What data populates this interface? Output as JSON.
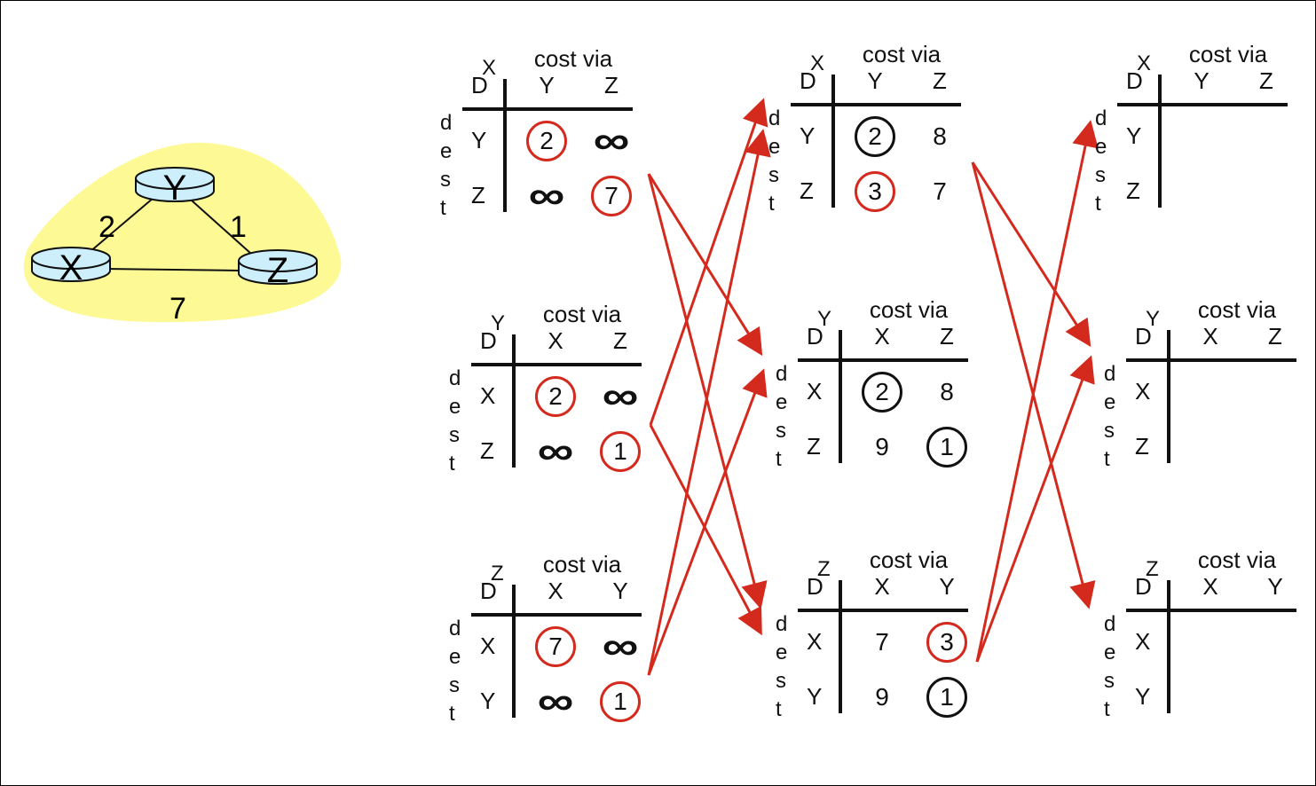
{
  "network": {
    "nodes": [
      "X",
      "Y",
      "Z"
    ],
    "links": [
      {
        "a": "X",
        "b": "Y",
        "cost": "2"
      },
      {
        "a": "Y",
        "b": "Z",
        "cost": "1"
      },
      {
        "a": "X",
        "b": "Z",
        "cost": "7"
      }
    ],
    "cloud_color": "#fdfa96",
    "router_color": "#cdeefb"
  },
  "colors": {
    "arrow": "#d42a1e",
    "highlight": "#d42a1e"
  },
  "labels": {
    "cost_via": "cost via",
    "D": "D",
    "dest": [
      "d",
      "e",
      "s",
      "t"
    ]
  },
  "tables": [
    {
      "node": "X",
      "cols": [
        "Y",
        "Z"
      ],
      "rows": [
        {
          "dest": "Y",
          "cells": [
            {
              "v": "2",
              "c": "red"
            },
            {
              "v": "∞"
            }
          ]
        },
        {
          "dest": "Z",
          "cells": [
            {
              "v": "∞"
            },
            {
              "v": "7",
              "c": "red"
            }
          ]
        }
      ]
    },
    {
      "node": "Y",
      "cols": [
        "X",
        "Z"
      ],
      "rows": [
        {
          "dest": "X",
          "cells": [
            {
              "v": "2",
              "c": "red"
            },
            {
              "v": "∞"
            }
          ]
        },
        {
          "dest": "Z",
          "cells": [
            {
              "v": "∞"
            },
            {
              "v": "1",
              "c": "red"
            }
          ]
        }
      ]
    },
    {
      "node": "Z",
      "cols": [
        "X",
        "Y"
      ],
      "rows": [
        {
          "dest": "X",
          "cells": [
            {
              "v": "7",
              "c": "red"
            },
            {
              "v": "∞"
            }
          ]
        },
        {
          "dest": "Y",
          "cells": [
            {
              "v": "∞"
            },
            {
              "v": "1",
              "c": "red"
            }
          ]
        }
      ]
    },
    {
      "node": "X",
      "cols": [
        "Y",
        "Z"
      ],
      "rows": [
        {
          "dest": "Y",
          "cells": [
            {
              "v": "2",
              "c": "black"
            },
            {
              "v": "8"
            }
          ]
        },
        {
          "dest": "Z",
          "cells": [
            {
              "v": "3",
              "c": "red"
            },
            {
              "v": "7"
            }
          ]
        }
      ]
    },
    {
      "node": "Y",
      "cols": [
        "X",
        "Z"
      ],
      "rows": [
        {
          "dest": "X",
          "cells": [
            {
              "v": "2",
              "c": "black"
            },
            {
              "v": "8"
            }
          ]
        },
        {
          "dest": "Z",
          "cells": [
            {
              "v": "9"
            },
            {
              "v": "1",
              "c": "black"
            }
          ]
        }
      ]
    },
    {
      "node": "Z",
      "cols": [
        "X",
        "Y"
      ],
      "rows": [
        {
          "dest": "X",
          "cells": [
            {
              "v": "7"
            },
            {
              "v": "3",
              "c": "red"
            }
          ]
        },
        {
          "dest": "Y",
          "cells": [
            {
              "v": "9"
            },
            {
              "v": "1",
              "c": "black"
            }
          ]
        }
      ]
    },
    {
      "node": "X",
      "cols": [
        "Y",
        "Z"
      ],
      "rows": [
        {
          "dest": "Y",
          "cells": [
            {
              "v": ""
            },
            {
              "v": ""
            }
          ]
        },
        {
          "dest": "Z",
          "cells": [
            {
              "v": ""
            },
            {
              "v": ""
            }
          ]
        }
      ]
    },
    {
      "node": "Y",
      "cols": [
        "X",
        "Z"
      ],
      "rows": [
        {
          "dest": "X",
          "cells": [
            {
              "v": ""
            },
            {
              "v": ""
            }
          ]
        },
        {
          "dest": "Z",
          "cells": [
            {
              "v": ""
            },
            {
              "v": ""
            }
          ]
        }
      ]
    },
    {
      "node": "Z",
      "cols": [
        "X",
        "Y"
      ],
      "rows": [
        {
          "dest": "X",
          "cells": [
            {
              "v": ""
            },
            {
              "v": ""
            }
          ]
        },
        {
          "dest": "Y",
          "cells": [
            {
              "v": ""
            },
            {
              "v": ""
            }
          ]
        }
      ]
    }
  ]
}
